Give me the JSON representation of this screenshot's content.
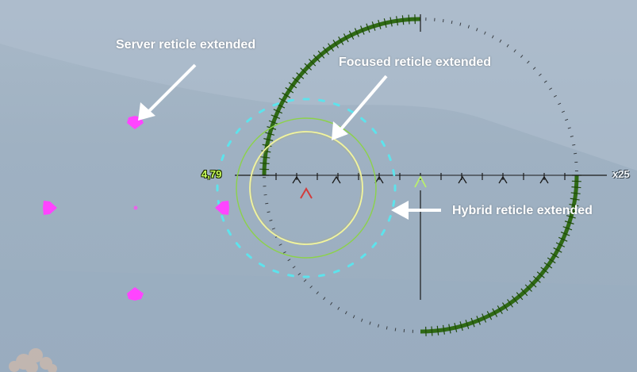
{
  "annotations": {
    "server": "Server reticle extended",
    "focused": "Focused reticle extended",
    "hybrid": "Hybrid reticle extended"
  },
  "hud": {
    "distance": "4,79",
    "zoom": "x25"
  },
  "colors": {
    "sky": "#a3b5c6",
    "server_marker": "#ff44ff",
    "focused_outer": "#8cd24a",
    "focused_inner": "#f3f59a",
    "hybrid_dash": "#5de3ec",
    "gun_marker_arc": "#2f6a14",
    "aim_marker_red": "#d23c3c",
    "aim_marker_green": "#b8f06a",
    "annotation_text": "#ffffff",
    "distance_text": "#c8ff5a"
  },
  "icons": {
    "server_marker": "diamond-marker",
    "arrow": "white-arrow"
  }
}
